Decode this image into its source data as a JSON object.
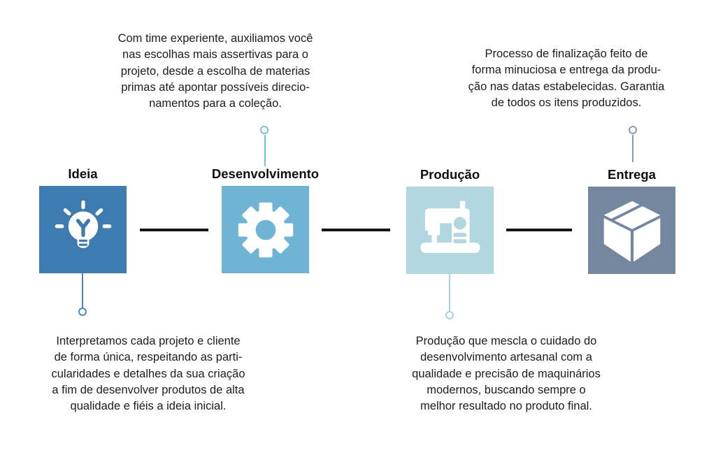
{
  "connector_color": "#141414",
  "text_color": "#1d1d1d",
  "steps": [
    {
      "id": "ideia",
      "label": "Ideia",
      "icon": "lightbulb-icon",
      "tile_color": "#3e7bb1",
      "stem_color": "#4a87c7",
      "description_position": "below",
      "description": "Interpretamos cada projeto e cliente\nde forma única, respeitando as parti-\ncularidades e detalhes da sua criação\na fim de desenvolver produtos de alta\nqualidade e fiéis a ideia inicial."
    },
    {
      "id": "desenvolvimento",
      "label": "Desenvolvimento",
      "icon": "gear-icon",
      "tile_color": "#6fb4d4",
      "stem_color": "#74c0da",
      "description_position": "above",
      "description": "Com time experiente, auxiliamos você\nnas escolhas mais assertivas para o\nprojeto, desde a escolha de materias\nprimas até apontar possíveis direcio-\nnamentos para a coleção."
    },
    {
      "id": "producao",
      "label": "Produção",
      "icon": "sewing-machine-icon",
      "tile_color": "#b2d7e0",
      "stem_color": "#a8d3de",
      "description_position": "below",
      "description": "Produção que mescla o cuidado do\ndesenvolvimento artesanal com a\nqualidade e precisão de maquinários\nmodernos, buscando sempre o\nmelhor resultado no produto final."
    },
    {
      "id": "entrega",
      "label": "Entrega",
      "icon": "package-box-icon",
      "tile_color": "#74879f",
      "stem_color": "#8b97b1",
      "description_position": "above",
      "description": "Processo de finalização feito de\nforma minuciosa e entrega da produ-\nção nas datas estabelecidas. Garantia\nde todos os itens produzidos."
    }
  ]
}
